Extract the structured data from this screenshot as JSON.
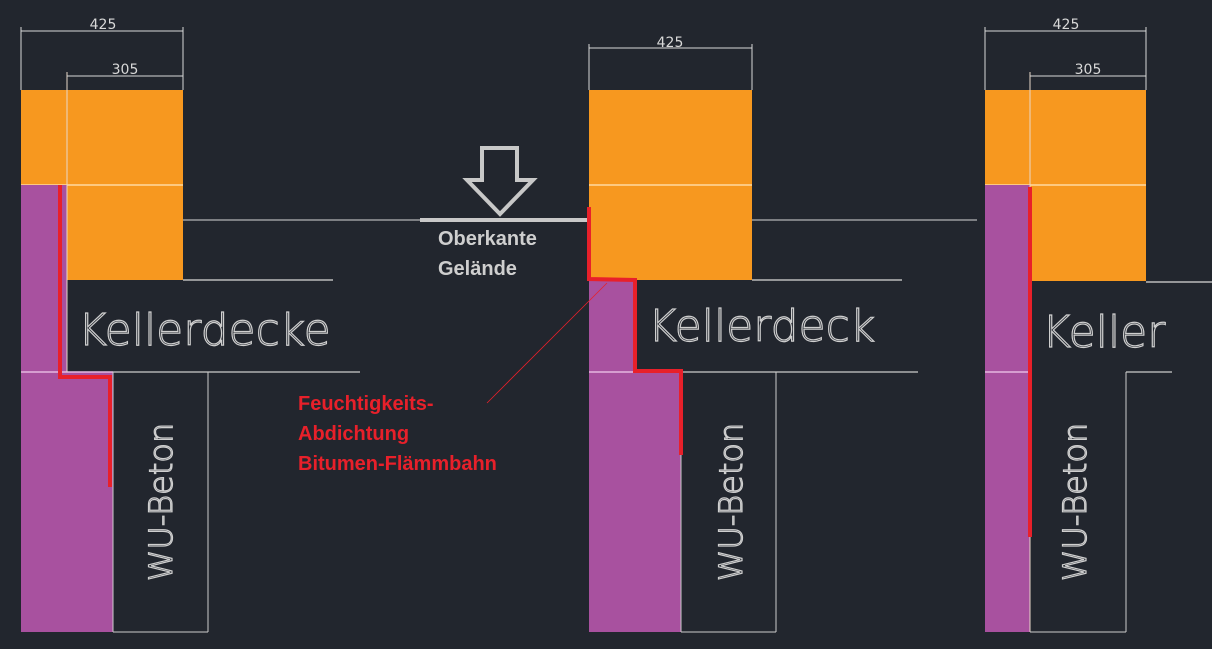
{
  "dimensions": {
    "overall": "425",
    "inner": "305"
  },
  "labels": {
    "slab_full": "Kellerdecke",
    "slab_mid": "Kellerdeck",
    "slab_right": "Keller",
    "wall": "WU-Beton",
    "ground_line1": "Oberkante",
    "ground_line2": "Gelände",
    "membrane_line1": "Feuchtigkeits-",
    "membrane_line2": "Abdichtung",
    "membrane_line3": "Bitumen-Flämmbahn"
  },
  "colors": {
    "background": "#22262e",
    "masonry": "#f7981f",
    "insulation": "#a8519f",
    "membrane": "#e8202a"
  }
}
